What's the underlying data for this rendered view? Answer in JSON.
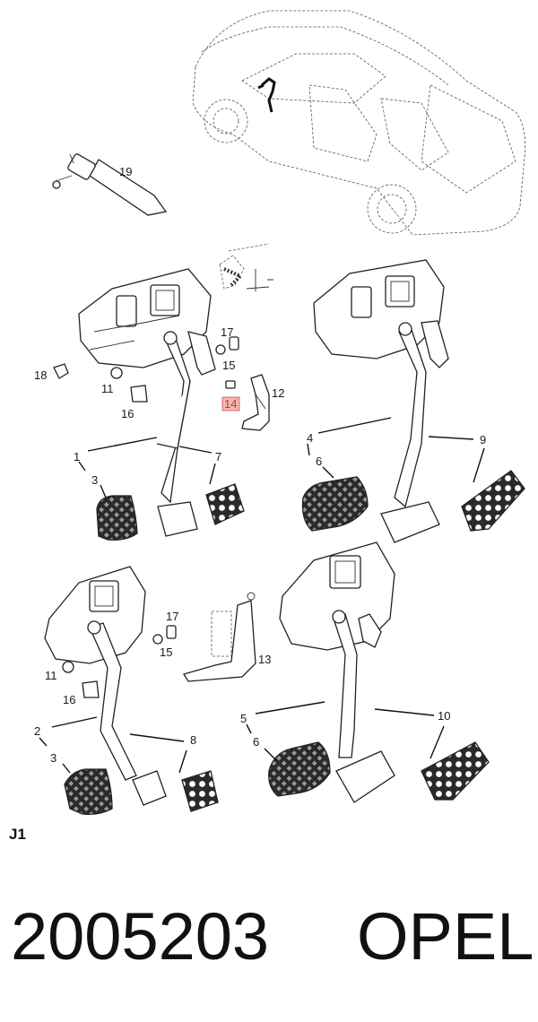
{
  "labels": {
    "p1": "1",
    "p2": "2",
    "p3a": "3",
    "p3b": "3",
    "p4": "4",
    "p5": "5",
    "p6a": "6",
    "p6b": "6",
    "p7": "7",
    "p8": "8",
    "p9": "9",
    "p10": "10",
    "p11a": "11",
    "p11b": "11",
    "p12": "12",
    "p13": "13",
    "p14": "14",
    "p15a": "15",
    "p15b": "15",
    "p16a": "16",
    "p16b": "16",
    "p17a": "17",
    "p17b": "17",
    "p18": "18",
    "p19": "19"
  },
  "highlight_color": "#f4b6b6",
  "sheet_label": "J1",
  "part_number": "2005203",
  "brand": "OPEL"
}
